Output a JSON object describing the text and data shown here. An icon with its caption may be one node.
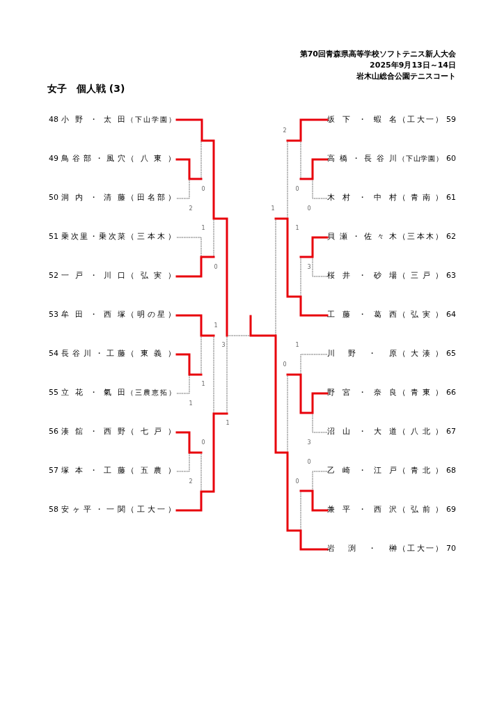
{
  "diagram": {
    "title": "女子　個人戦 (3)",
    "labels": [
      "第70回青森県高等学校ソフトテニス新人大会",
      "2025年9月13日～14日",
      "岩木山総合公園テニスコート",
      "48",
      "小野・太田",
      "（下山学園）",
      "49",
      "鳥谷部・風穴",
      "（八東）",
      "50",
      "洞内・清藤",
      "（田名部）",
      "51",
      "乗次里・乗次菜",
      "（三本木）",
      "52",
      "一戸・川口",
      "（弘実）",
      "53",
      "牟田・西塚",
      "（明の星）",
      "54",
      "長谷川・工藤",
      "（東義）",
      "55",
      "立花・氣田",
      "（三農恵拓）",
      "56",
      "湊舘・西野",
      "（七戸）",
      "57",
      "塚本・工藤",
      "（五農）",
      "58",
      "安ヶ平・一関",
      "（工大一）",
      "坂下・蝦名",
      "（工大一）",
      "59",
      "高橋・長谷川",
      "（下山学園）",
      "60",
      "木村・中村",
      "（青南）",
      "61",
      "貝瀬・佐々木",
      "（三本木）",
      "62",
      "桜井・砂場",
      "（三戸）",
      "63",
      "工藤・葛西",
      "（弘実）",
      "64",
      "川野・原",
      "（大湊）",
      "65",
      "野宮・奈良",
      "（青東）",
      "66",
      "沼山・大道",
      "（八北）",
      "67",
      "乙崎・江戸",
      "（青北）",
      "68",
      "兼平・西沢",
      "（弘前）",
      "69",
      "岩渕・榊",
      "（工大一）",
      "70",
      "2",
      "0",
      "0",
      "2",
      "1",
      "0",
      "1",
      "1",
      "0",
      "3",
      "1",
      "3",
      "1",
      "0",
      "1",
      "1",
      "1",
      "0",
      "3",
      "0",
      "2",
      "0"
    ]
  }
}
